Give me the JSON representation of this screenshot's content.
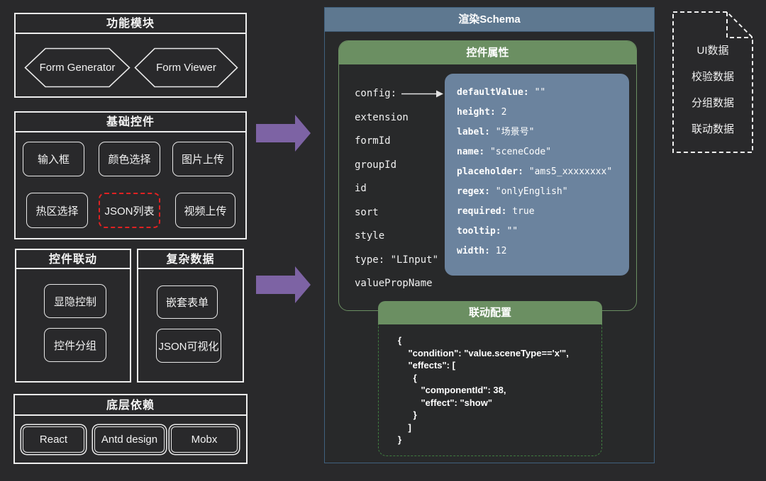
{
  "left": {
    "function_modules": {
      "title": "功能模块",
      "hexagons": [
        "Form Generator",
        "Form Viewer"
      ]
    },
    "basic_controls": {
      "title": "基础控件",
      "buttons": [
        "输入框",
        "颜色选择",
        "图片上传",
        "热区选择",
        "JSON列表",
        "视频上传"
      ],
      "highlighted_button": "JSON列表"
    },
    "control_linkage": {
      "title": "控件联动",
      "buttons": [
        "显隐控制",
        "控件分组"
      ]
    },
    "complex_data": {
      "title": "复杂数据",
      "buttons": [
        "嵌套表单",
        "JSON可视化"
      ]
    },
    "dependencies": {
      "title": "底层依赖",
      "buttons": [
        "React",
        "Antd design",
        "Mobx"
      ]
    }
  },
  "schema": {
    "title": "渲染Schema",
    "widget_props": {
      "title": "控件属性",
      "keys": [
        "config:",
        "extension",
        "formId",
        "groupId",
        "id",
        "sort",
        "style",
        "type: \"LInput\"",
        "valuePropName"
      ],
      "config_values": [
        {
          "k": "defaultValue",
          "v": "\"\""
        },
        {
          "k": "height",
          "v": "2"
        },
        {
          "k": "label",
          "v": "\"场景号\""
        },
        {
          "k": "name",
          "v": "\"sceneCode\""
        },
        {
          "k": "placeholder",
          "v": "\"ams5_xxxxxxxx\""
        },
        {
          "k": "regex",
          "v": "\"onlyEnglish\""
        },
        {
          "k": "required",
          "v": "true"
        },
        {
          "k": "tooltip",
          "v": "\"\""
        },
        {
          "k": "width",
          "v": "12"
        }
      ]
    },
    "linkage_config": {
      "title": "联动配置",
      "code": "{\n    \"condition\": \"value.sceneType=='x'\",\n    \"effects\": [\n      {\n         \"componentId\": 38,\n         \"effect\": \"show\"\n      }\n    ]\n}"
    }
  },
  "data_doc": {
    "items": [
      "UI数据",
      "校验数据",
      "分组数据",
      "联动数据"
    ]
  },
  "colors": {
    "background": "#29292b",
    "panel_border": "#ededed",
    "schema_header_blue": "#5e7890",
    "section_header_green": "#6b8f62",
    "config_box_blue": "#6b839e",
    "arrow_purple": "#7d63a4",
    "highlight_red": "#e02222",
    "dashed_green": "#3f7c3f"
  }
}
